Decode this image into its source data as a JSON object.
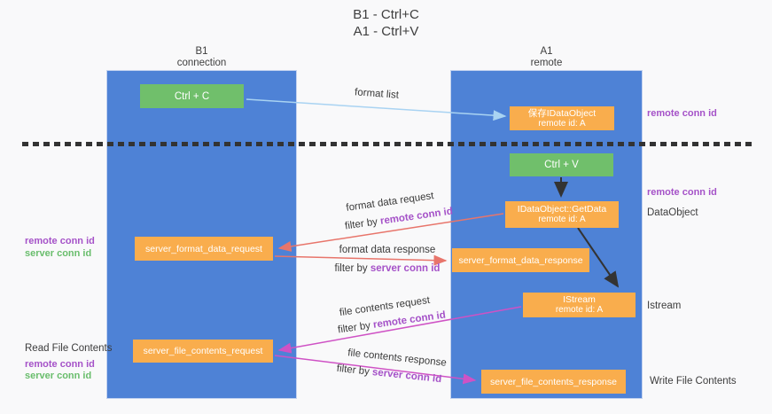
{
  "title": {
    "line1": "B1 - Ctrl+C",
    "line2": "A1 - Ctrl+V"
  },
  "columns": {
    "left": {
      "name": "B1",
      "subtitle": "connection"
    },
    "right": {
      "name": "A1",
      "subtitle": "remote"
    }
  },
  "nodes": {
    "ctrl_c": "Ctrl + C",
    "ctrl_v": "Ctrl + V",
    "save_idataobject": {
      "line1": "保存IDataObject",
      "line2": "remote id: A"
    },
    "getdata": {
      "line1": "IDataObject::GetData",
      "line2": "remote id: A"
    },
    "istream": {
      "line1": "IStream",
      "line2": "remote id: A"
    },
    "server_format_data_request": "server_format_data_request",
    "server_format_data_response": "server_format_data_response",
    "server_file_contents_request": "server_file_contents_request",
    "server_file_contents_response": "server_file_contents_response"
  },
  "right_annotations": {
    "remote_conn_id_top": "remote conn id",
    "remote_conn_id_mid": "remote conn id",
    "dataobject": "DataObject",
    "istream": "Istream",
    "write_file_contents": "Write File Contents"
  },
  "left_annotations": {
    "group1": {
      "remote": "remote conn id",
      "server": "server conn id"
    },
    "group2": {
      "title": "Read File Contents",
      "remote": "remote conn id",
      "server": "server conn id"
    }
  },
  "arrow_labels": {
    "format_list": "format list",
    "format_data_request": "format data request",
    "format_data_response": "format data response",
    "file_contents_request": "file contents request",
    "file_contents_response": "file contents response",
    "filter_by": "filter by",
    "remote_conn_id": "remote conn id",
    "server_conn_id": "server conn id"
  },
  "colors": {
    "column_blue": "#4e82d6",
    "node_orange": "#f9ad4d",
    "node_green": "#70bf6b",
    "arrow_blue": "#a9d3f2",
    "arrow_red": "#e8756b",
    "arrow_magenta": "#cf52c5",
    "arrow_black": "#333333",
    "annotation_purple": "#a552c8",
    "annotation_green": "#69bd6c"
  }
}
